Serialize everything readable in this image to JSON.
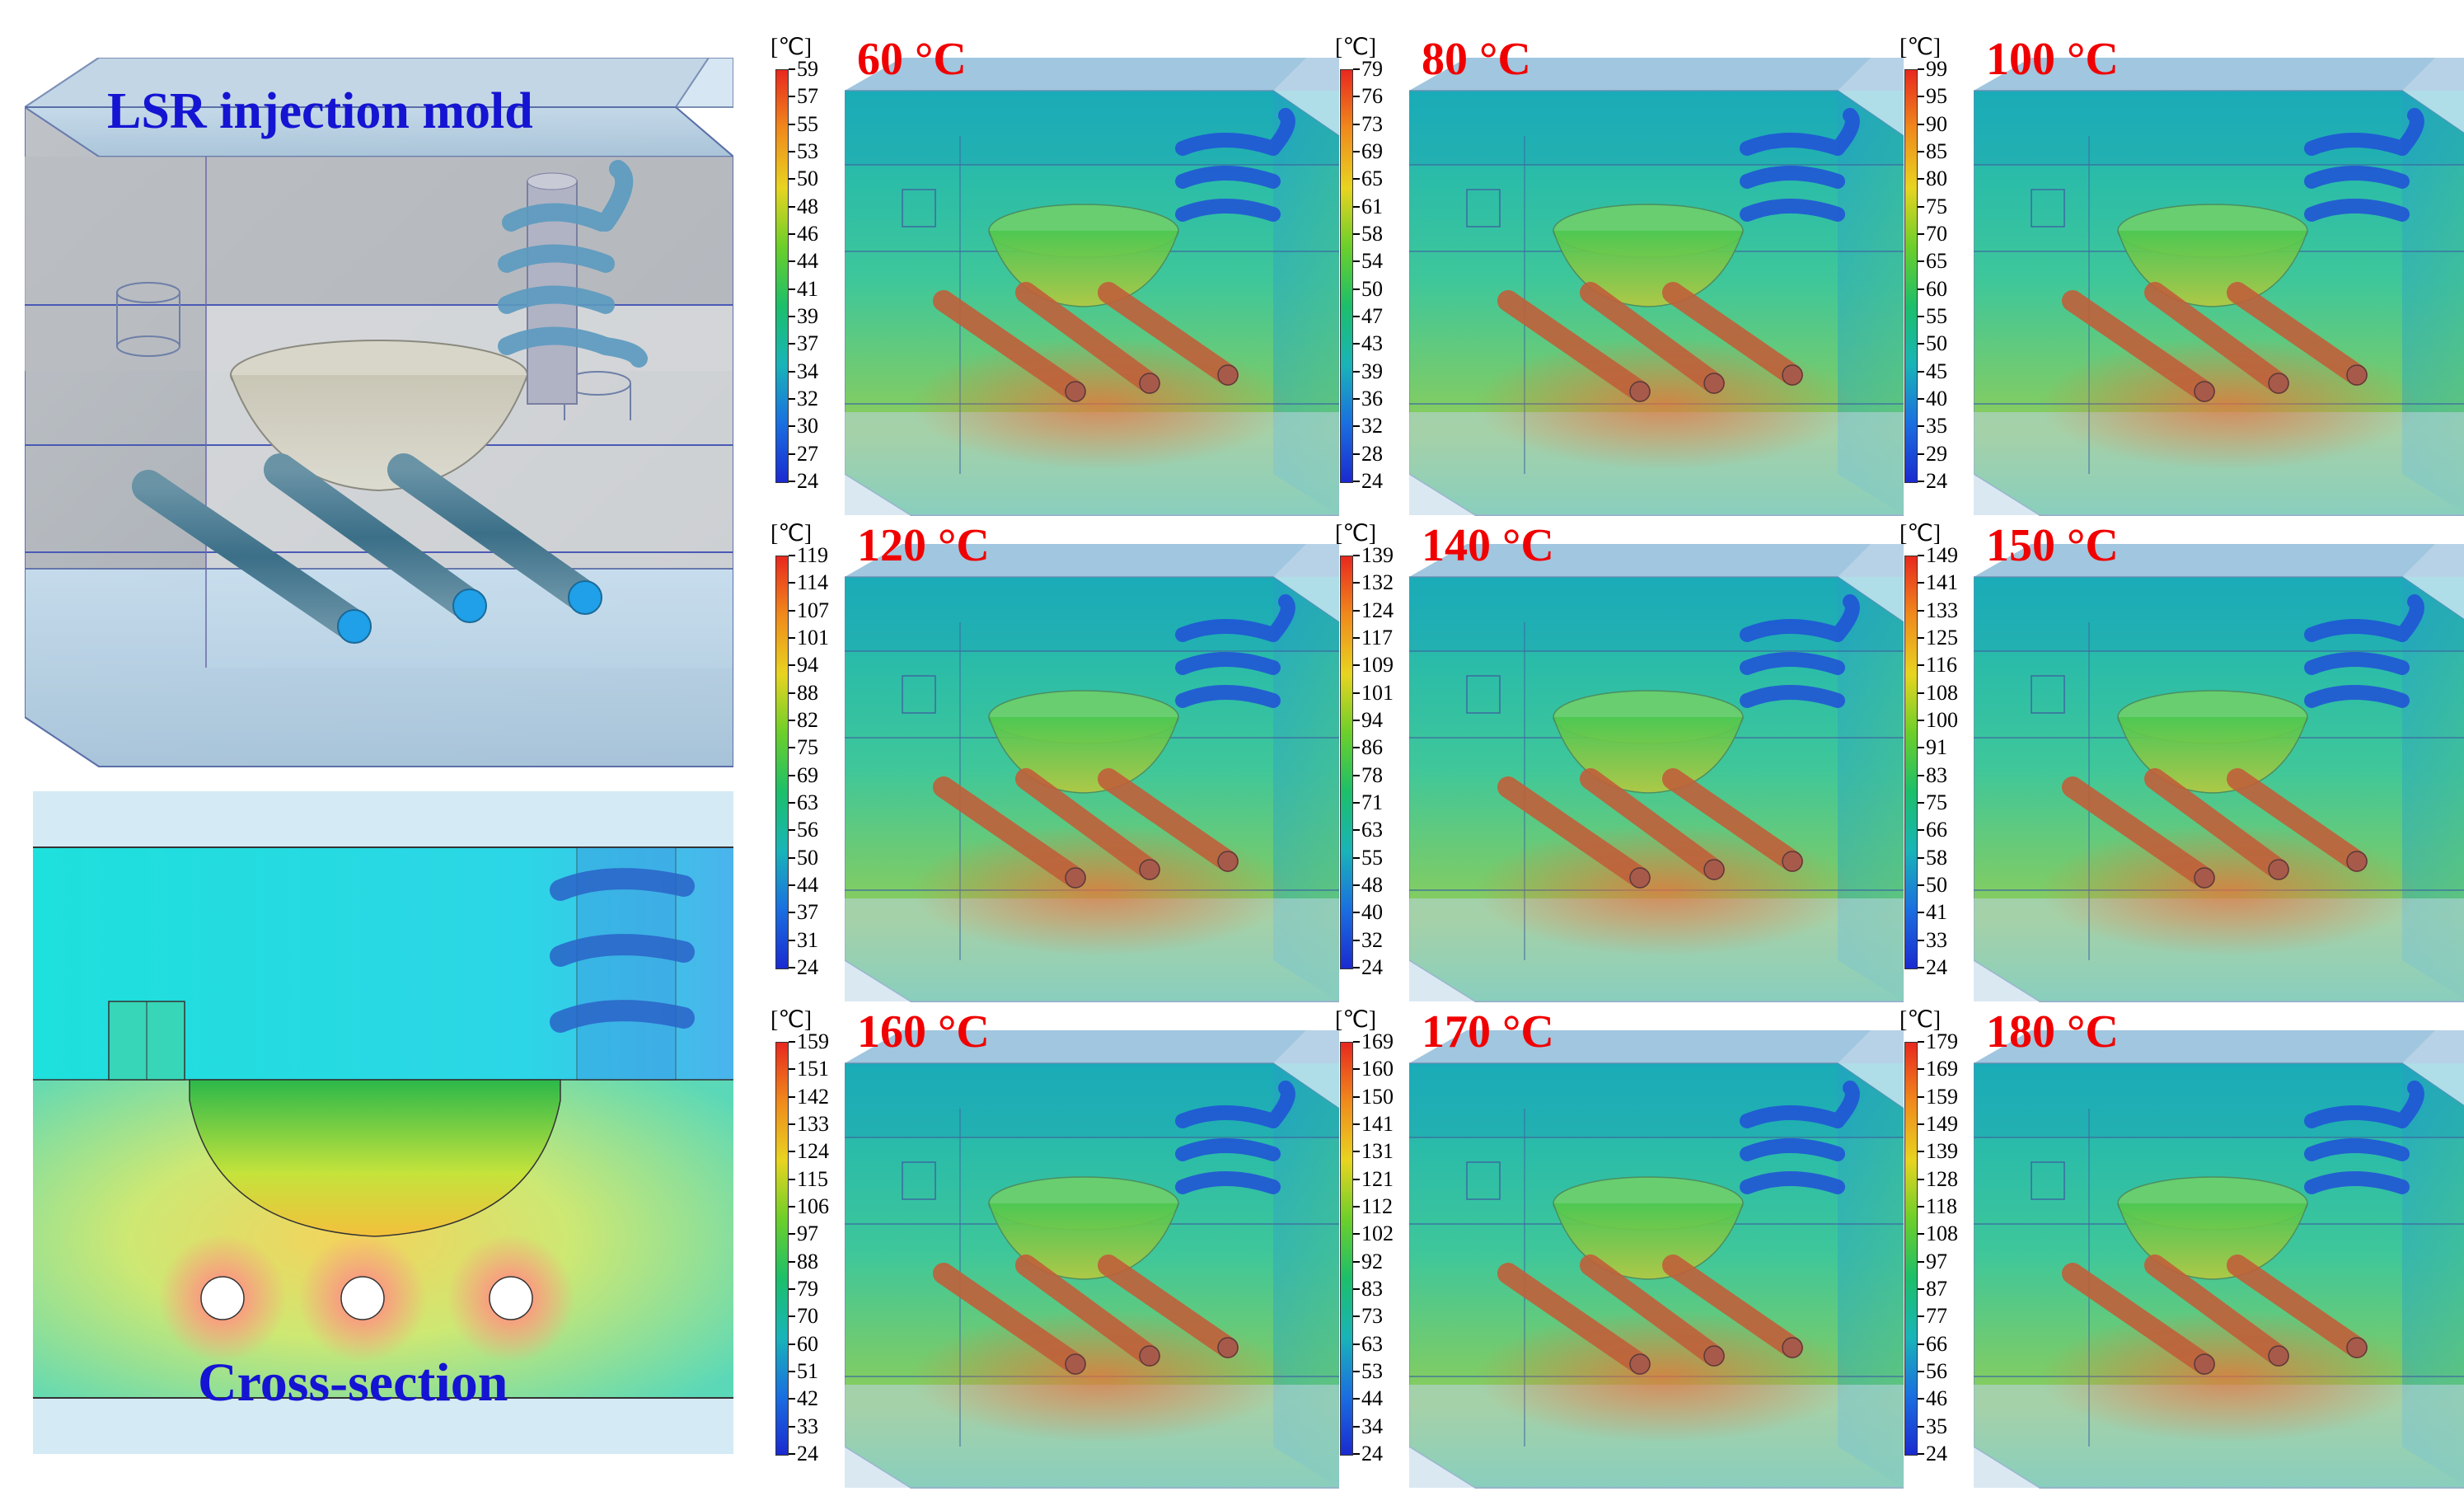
{
  "left_panels": {
    "mold_title": "LSR injection mold",
    "cross_section_title": "Cross-section"
  },
  "legend_unit": "[℃]",
  "simulations": [
    {
      "label": "60 °C",
      "ticks": [
        "59",
        "57",
        "55",
        "53",
        "50",
        "48",
        "46",
        "44",
        "41",
        "39",
        "37",
        "34",
        "32",
        "30",
        "27",
        "24"
      ]
    },
    {
      "label": "80 °C",
      "ticks": [
        "79",
        "76",
        "73",
        "69",
        "65",
        "61",
        "58",
        "54",
        "50",
        "47",
        "43",
        "39",
        "36",
        "32",
        "28",
        "24"
      ]
    },
    {
      "label": "100 °C",
      "ticks": [
        "99",
        "95",
        "90",
        "85",
        "80",
        "75",
        "70",
        "65",
        "60",
        "55",
        "50",
        "45",
        "40",
        "35",
        "29",
        "24"
      ]
    },
    {
      "label": "120 °C",
      "ticks": [
        "119",
        "114",
        "107",
        "101",
        "94",
        "88",
        "82",
        "75",
        "69",
        "63",
        "56",
        "50",
        "44",
        "37",
        "31",
        "24"
      ]
    },
    {
      "label": "140 °C",
      "ticks": [
        "139",
        "132",
        "124",
        "117",
        "109",
        "101",
        "94",
        "86",
        "78",
        "71",
        "63",
        "55",
        "48",
        "40",
        "32",
        "24"
      ]
    },
    {
      "label": "150 °C",
      "ticks": [
        "149",
        "141",
        "133",
        "125",
        "116",
        "108",
        "100",
        "91",
        "83",
        "75",
        "66",
        "58",
        "50",
        "41",
        "33",
        "24"
      ]
    },
    {
      "label": "160 °C",
      "ticks": [
        "159",
        "151",
        "142",
        "133",
        "124",
        "115",
        "106",
        "97",
        "88",
        "79",
        "70",
        "60",
        "51",
        "42",
        "33",
        "24"
      ]
    },
    {
      "label": "170 °C",
      "ticks": [
        "169",
        "160",
        "150",
        "141",
        "131",
        "121",
        "112",
        "102",
        "92",
        "83",
        "73",
        "63",
        "53",
        "44",
        "34",
        "24"
      ]
    },
    {
      "label": "180 °C",
      "ticks": [
        "179",
        "169",
        "159",
        "149",
        "139",
        "128",
        "118",
        "108",
        "97",
        "87",
        "77",
        "66",
        "56",
        "46",
        "35",
        "24"
      ]
    }
  ],
  "colors": {
    "title_blue": "#1414d2",
    "temp_red": "#f00000"
  }
}
